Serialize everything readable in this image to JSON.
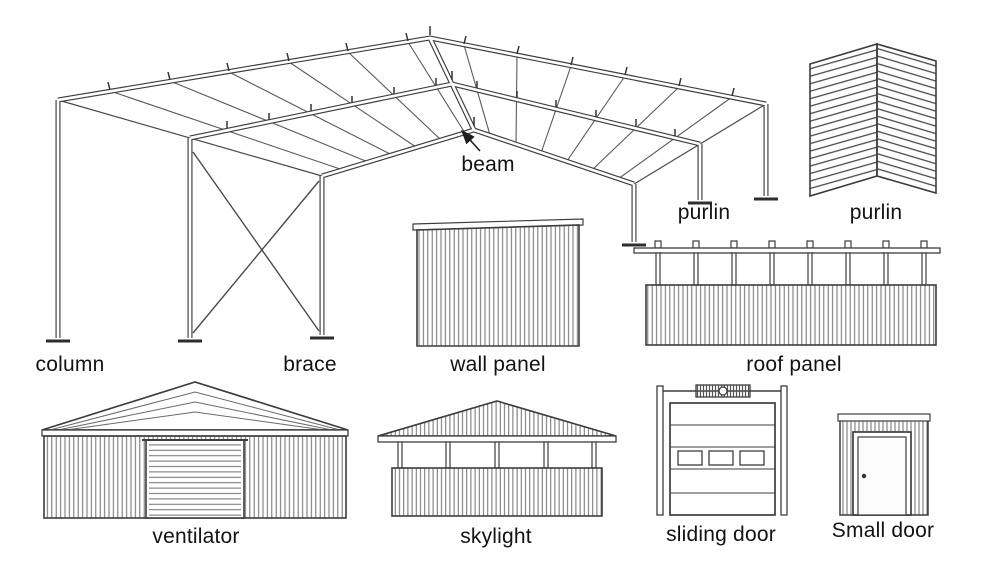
{
  "diagram": {
    "background": "#ffffff",
    "ink": "#3d3d3d",
    "text_color": "#121212"
  },
  "labels": {
    "beam": "beam",
    "purlin_frame": "purlin",
    "purlin_detail": "purlin",
    "column": "column",
    "brace": "brace",
    "wall_panel": "wall panel",
    "roof_panel": "roof panel",
    "ventilator": "ventilator",
    "skylight": "skylight",
    "sliding_door": "sliding door",
    "small_door": "Small door"
  }
}
